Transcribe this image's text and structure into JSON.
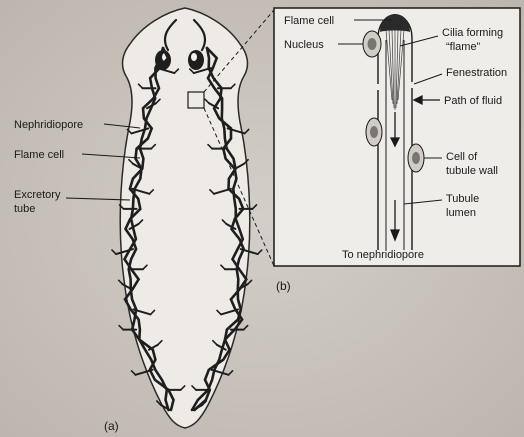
{
  "figure_a": {
    "panel_label": "(a)",
    "labels": {
      "nephridiopore": "Nephridiopore",
      "flame_cell": "Flame cell",
      "excretory_tube_line1": "Excretory",
      "excretory_tube_line2": "tube"
    }
  },
  "figure_b": {
    "panel_label": "(b)",
    "labels": {
      "flame_cell": "Flame cell",
      "nucleus": "Nucleus",
      "cilia_line1": "Cilia forming",
      "cilia_line2": "“flame”",
      "fenestration": "Fenestration",
      "path_of_fluid": "Path of fluid",
      "cell_wall_line1": "Cell of",
      "cell_wall_line2": "tubule wall",
      "tubule_lumen_line1": "Tubule",
      "tubule_lumen_line2": "lumen",
      "to_nephridiopore": "To nephridiopore"
    }
  },
  "colors": {
    "background": "#c9c3bd",
    "body_fill": "#eeebe7",
    "inset_fill": "#efede9",
    "ink": "#1a1a1a"
  }
}
